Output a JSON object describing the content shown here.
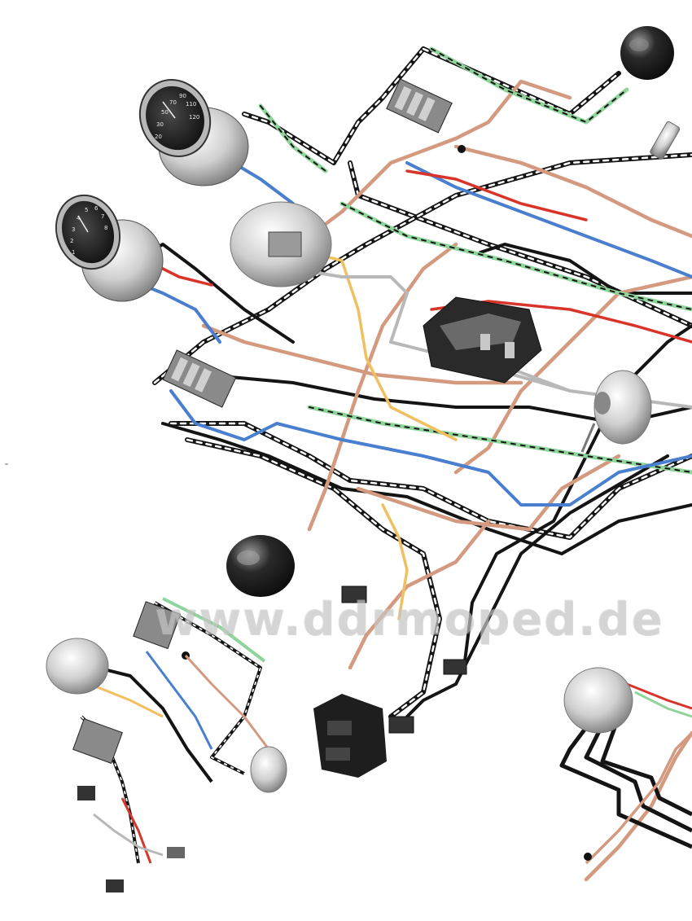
{
  "watermark": {
    "text": "www.ddrmoped.de"
  },
  "gauges": {
    "speedometer_scale": [
      "20",
      "30",
      "50",
      "70",
      "90",
      "110",
      "120"
    ],
    "tachometer_scale": [
      "1",
      "2",
      "3",
      "4",
      "5",
      "6",
      "7",
      "8"
    ]
  },
  "wire_colors": {
    "black": "#141414",
    "white": "#ffffff",
    "green": "#8fd49a",
    "red": "#d8342a",
    "blue": "#4a7fd0",
    "brown": "#d49a80",
    "yellow": "#f0c060",
    "grey": "#b8b8b8"
  }
}
